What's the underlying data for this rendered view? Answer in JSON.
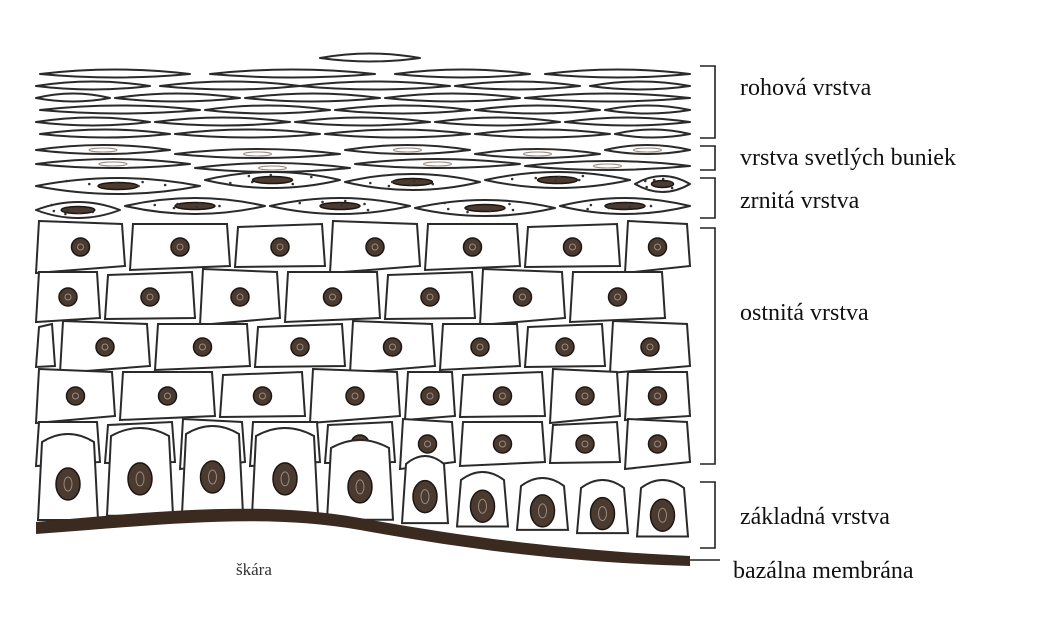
{
  "figure": {
    "layers": [
      {
        "id": "rohova",
        "label": "rohová vrstva"
      },
      {
        "id": "svetle",
        "label": "vrstva svetlých buniek"
      },
      {
        "id": "zrnita",
        "label": "zrnitá vrstva"
      },
      {
        "id": "ostnita",
        "label": "ostnitá vrstva"
      },
      {
        "id": "zakladna",
        "label": "základná vrstva"
      },
      {
        "id": "bazalna",
        "label": "bazálna membrána"
      }
    ],
    "dermis_label": "škára"
  }
}
